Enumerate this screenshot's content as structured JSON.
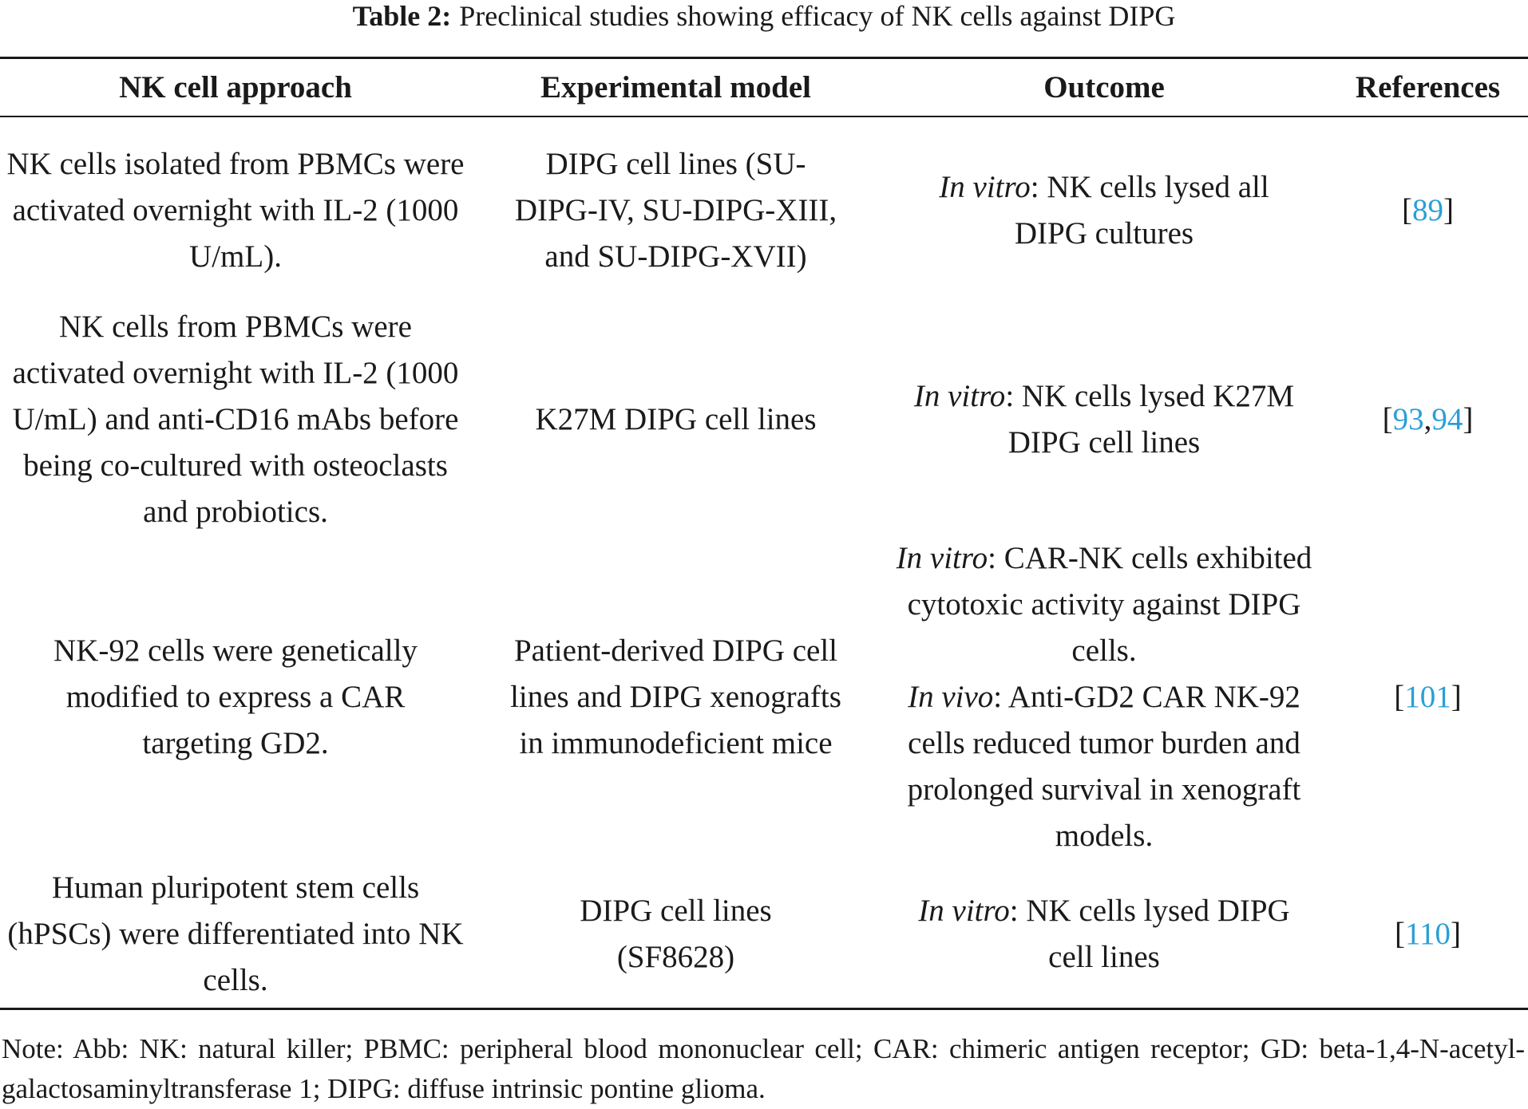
{
  "caption": {
    "label": "Table 2:",
    "text": "Preclinical studies showing efficacy of NK cells against DIPG"
  },
  "table": {
    "headers": [
      "NK cell approach",
      "Experimental model",
      "Outcome",
      "References"
    ],
    "rows": [
      {
        "approach": "NK cells isolated from PBMCs were activated overnight with IL-2 (1000 U/mL).",
        "model": "DIPG cell lines (SU-DIPG-IV, SU-DIPG-XIII, and SU-DIPG-XVII)",
        "outcome": [
          {
            "label": "In vitro",
            "text": ": NK cells lysed all DIPG cultures"
          }
        ],
        "refs": [
          "89"
        ]
      },
      {
        "approach": "NK cells from PBMCs were activated overnight with IL-2 (1000 U/mL) and anti-CD16 mAbs before being co-cultured with osteoclasts and probiotics.",
        "model": "K27M DIPG cell lines",
        "outcome": [
          {
            "label": "In vitro",
            "text": ": NK cells lysed K27M DIPG cell lines"
          }
        ],
        "refs": [
          "93",
          "94"
        ]
      },
      {
        "approach": "NK-92 cells were genetically modified to express a CAR targeting GD2.",
        "model": "Patient-derived DIPG cell lines and DIPG xenografts in immunodeficient mice",
        "outcome": [
          {
            "label": "In vitro",
            "text": ": CAR-NK cells exhibited cytotoxic activity against DIPG cells."
          },
          {
            "label": "In vivo",
            "text": ": Anti-GD2 CAR NK-92 cells reduced tumor burden and prolonged survival in xenograft models."
          }
        ],
        "refs": [
          "101"
        ]
      },
      {
        "approach": "Human pluripotent stem cells (hPSCs) were differentiated into NK cells.",
        "model": "DIPG cell lines (SF8628)",
        "outcome": [
          {
            "label": "In vitro",
            "text": ": NK cells lysed DIPG cell lines"
          }
        ],
        "refs": [
          "110"
        ]
      }
    ]
  },
  "note": "Note: Abb: NK: natural killer; PBMC: peripheral blood mononuclear cell; CAR: chimeric antigen receptor; GD: beta-1,4-N-acetyl-galactosaminyltransferase 1; DIPG: diffuse intrinsic pontine glioma.",
  "colors": {
    "text": "#1a1a1a",
    "link": "#2a9fd6"
  }
}
